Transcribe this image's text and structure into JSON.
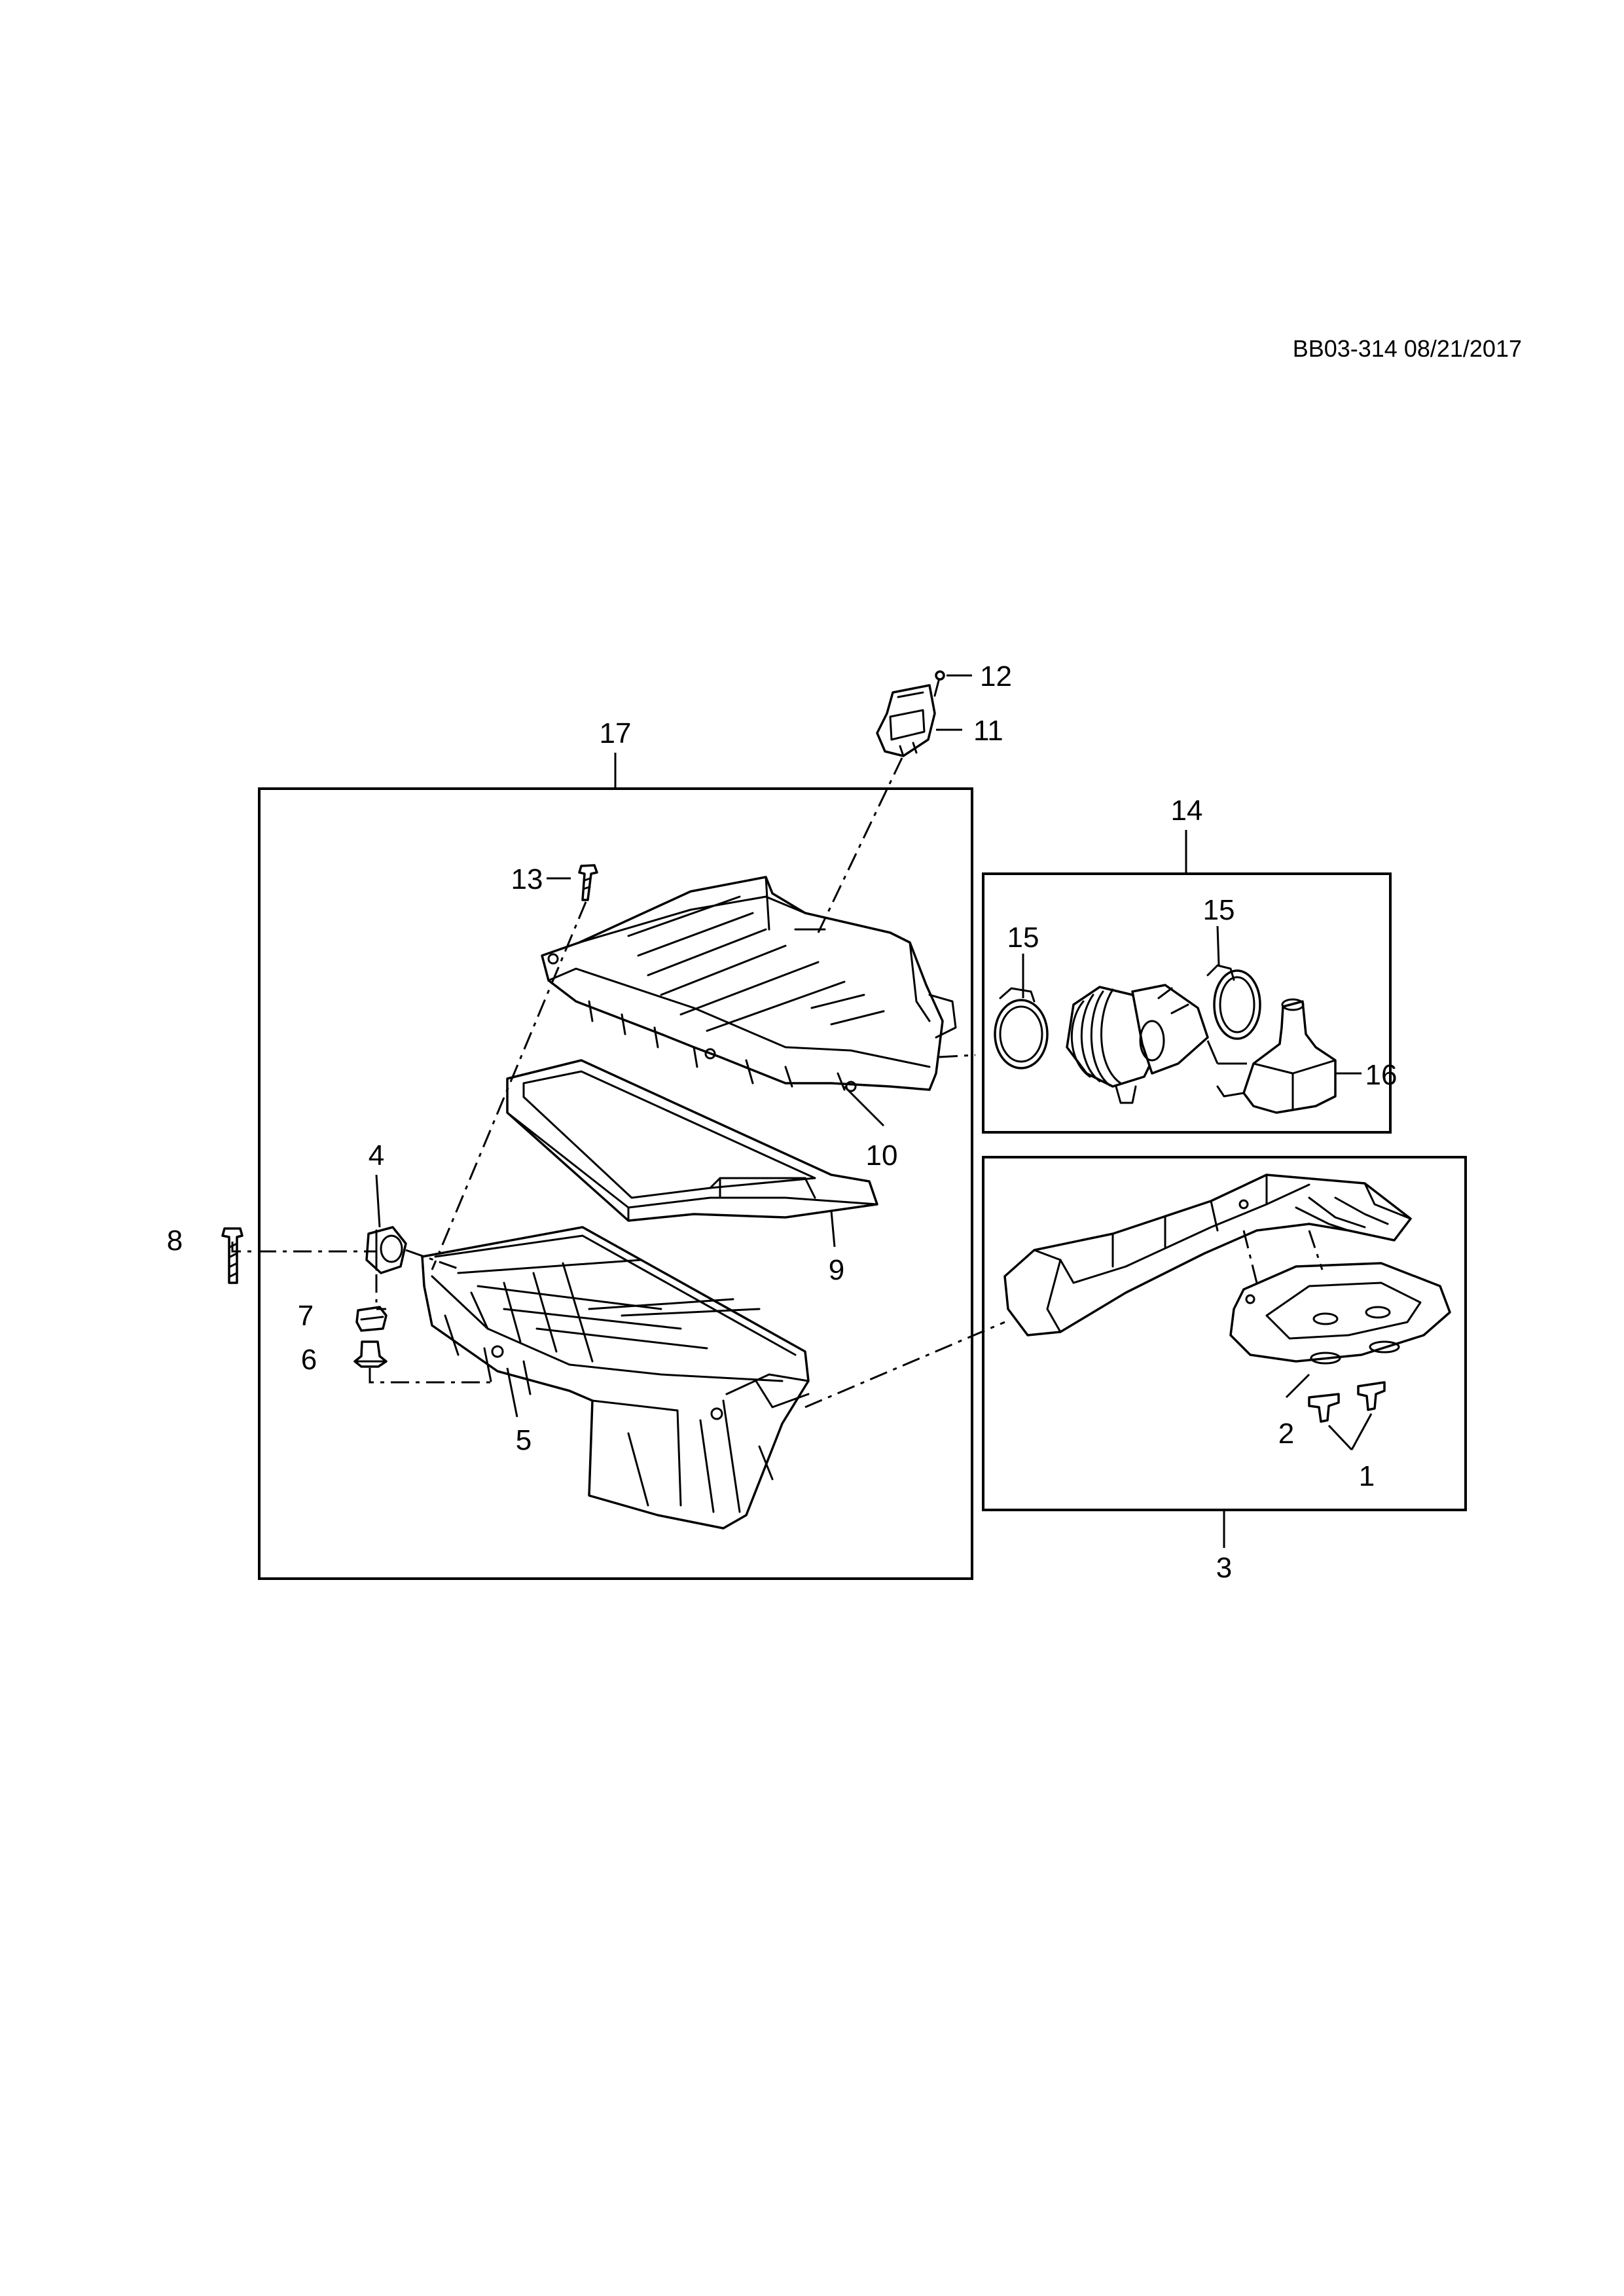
{
  "document_id": "BB03-314 08/21/2017",
  "callouts": {
    "c1": "1",
    "c2": "2",
    "c3": "3",
    "c4": "4",
    "c5": "5",
    "c6": "6",
    "c7": "7",
    "c8": "8",
    "c9": "9",
    "c10": "10",
    "c11": "11",
    "c12": "12",
    "c13": "13",
    "c14": "14",
    "c15a": "15",
    "c15b": "15",
    "c16": "16",
    "c17": "17"
  }
}
